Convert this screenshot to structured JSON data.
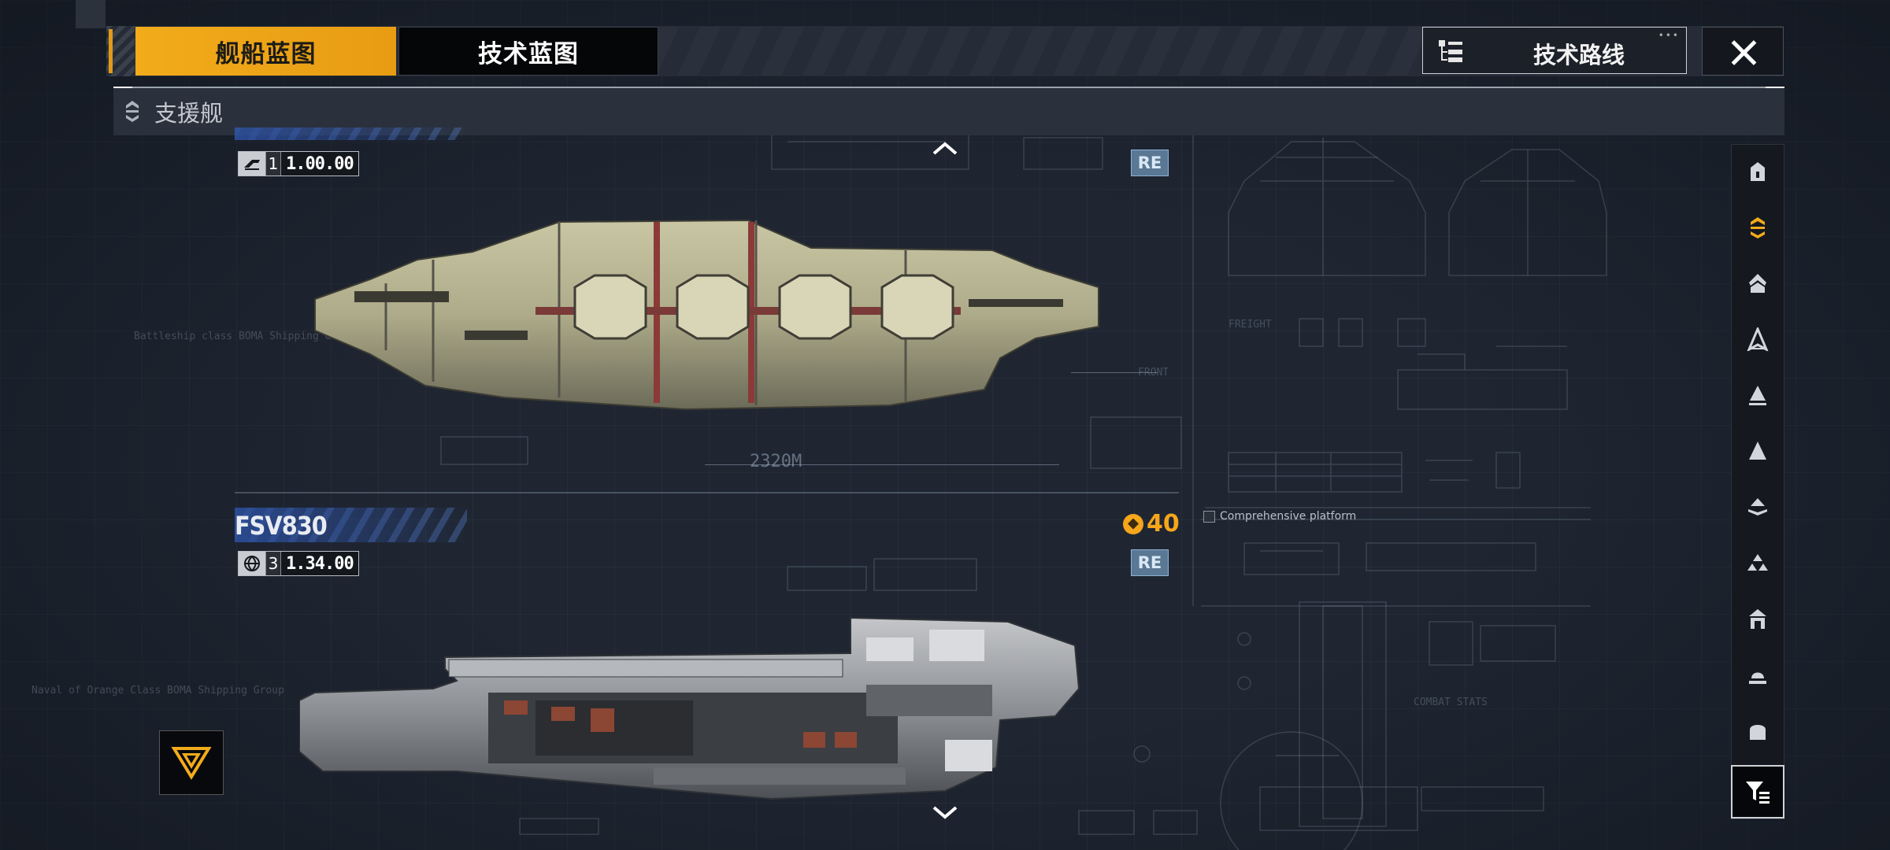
{
  "tabs": {
    "ship_blueprint": "舰船蓝图",
    "tech_blueprint": "技术蓝图"
  },
  "tech_route": {
    "label": "技术路线"
  },
  "category": {
    "label": "支援舰"
  },
  "ships": [
    {
      "name": "",
      "tier": "1",
      "value": "1.00.00",
      "badge": "RE",
      "length_label": "2320M"
    },
    {
      "name": "FSV830",
      "tier": "3",
      "value": "1.34.00",
      "badge": "RE",
      "cost": "40",
      "platform_label": "Comprehensive platform"
    }
  ],
  "rail": {
    "items": [
      "frigate-icon",
      "support-icon",
      "destroyer-icon",
      "cruiser-icon",
      "battlecruiser-icon",
      "auxiliary-icon",
      "carrier-icon",
      "fighter-icon",
      "battleship-icon",
      "corvette-icon",
      "platform-icon"
    ],
    "active_index": 1,
    "accent": "#f2ab1b"
  },
  "colors": {
    "accent": "#f2ab1b",
    "badge": "#5a7894",
    "namebar": "#2d50a0"
  }
}
